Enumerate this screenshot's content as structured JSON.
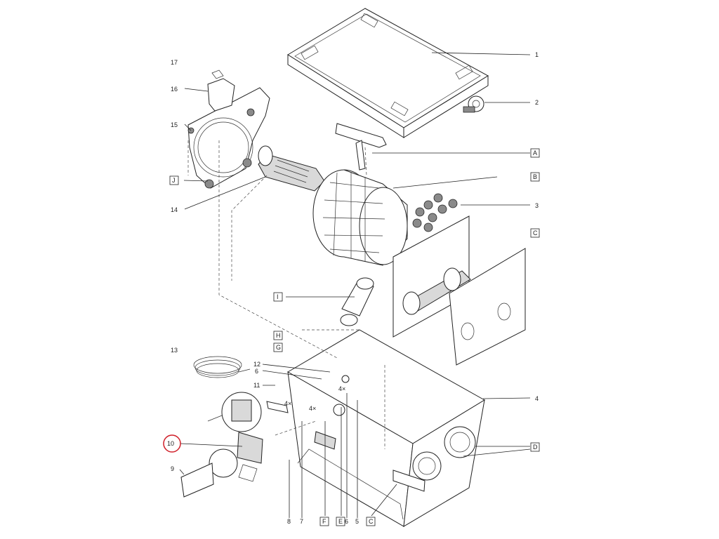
{
  "callouts": {
    "n1": "1",
    "n2": "2",
    "n3": "3",
    "n4": "4",
    "n5": "5",
    "n6": "6",
    "n6b": "6",
    "n7": "7",
    "n8": "8",
    "n9": "9",
    "n10": "10",
    "n11": "11",
    "n12": "12",
    "n13": "13",
    "n14": "14",
    "n15": "15",
    "n16": "16",
    "n17": "17"
  },
  "letters": {
    "A": "A",
    "B": "B",
    "C": "C",
    "C2": "C",
    "D": "D",
    "E": "E",
    "F": "F",
    "G": "G",
    "H": "H",
    "I": "I",
    "J": "J"
  },
  "quantities": {
    "q1": "4×",
    "q2": "4×",
    "q3": "4×"
  },
  "colors": {
    "highlight": "#d0202a",
    "line": "#222222",
    "fill": "#ffffff",
    "grey": "#d9d9d9"
  }
}
